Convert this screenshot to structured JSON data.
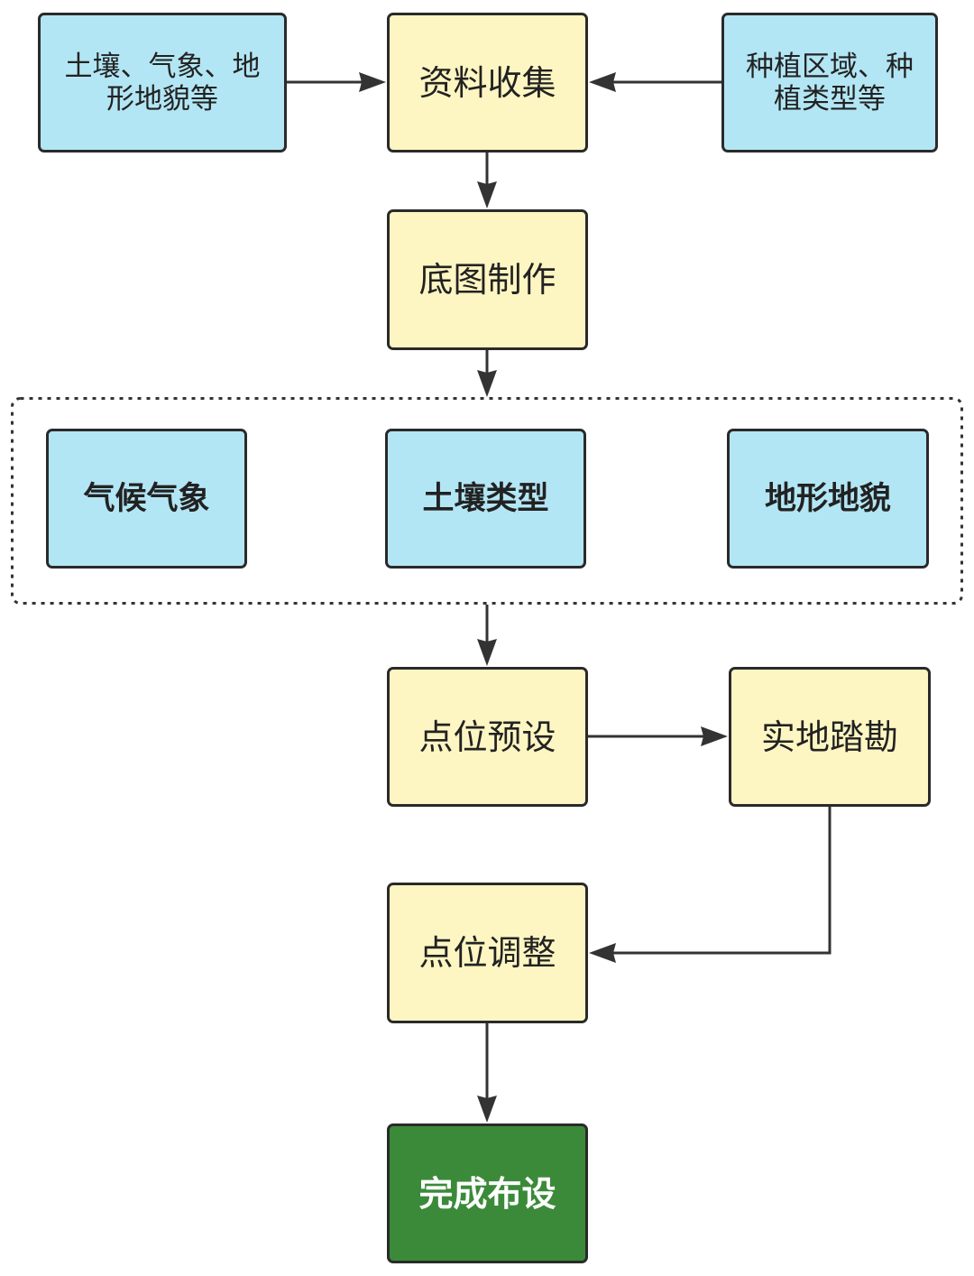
{
  "diagram": {
    "sources": {
      "left": "土壤、气象、地形地貌等",
      "right": "种植区域、种植类型等"
    },
    "steps": {
      "collect": "资料收集",
      "basemap": "底图制作",
      "preset": "点位预设",
      "survey": "实地踏勘",
      "adjust": "点位调整",
      "done": "完成布设"
    },
    "factors": [
      "气候气象",
      "土壤类型",
      "地形地貌"
    ]
  },
  "colors": {
    "source_fill": "#b3e6f4",
    "step_fill": "#fef6c2",
    "done_fill": "#3b8a39",
    "done_text": "#ffffff",
    "border": "#2a2a2a",
    "connector": "#333333"
  }
}
